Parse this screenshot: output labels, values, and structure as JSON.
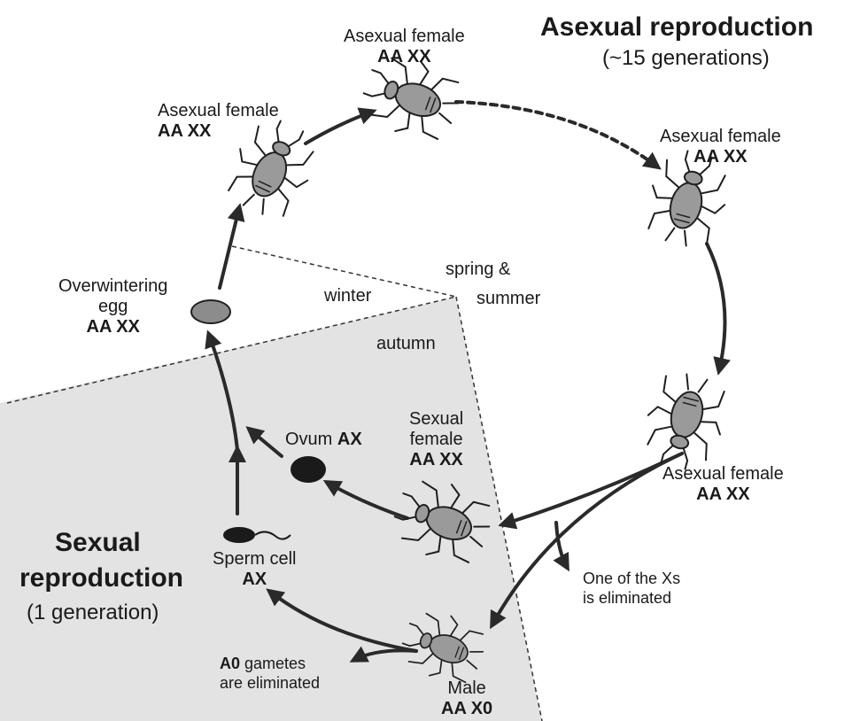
{
  "title_asexual": "Asexual reproduction",
  "subtitle_asexual": "(~15 generations)",
  "title_sexual_line1": "Sexual",
  "title_sexual_line2": "reproduction",
  "subtitle_sexual": "(1 generation)",
  "seasons": {
    "winter": "winter",
    "spring_summer_line1": "spring &",
    "spring_summer_line2": "summer",
    "autumn": "autumn"
  },
  "nodes": {
    "asexual_1": {
      "label": "Asexual female",
      "genotype": "AA XX"
    },
    "asexual_2": {
      "label": "Asexual female",
      "genotype": "AA XX"
    },
    "asexual_3": {
      "label": "Asexual female",
      "genotype": "AA XX"
    },
    "asexual_4": {
      "label": "Asexual female",
      "genotype": "AA XX"
    },
    "sexual_female": {
      "label_line1": "Sexual",
      "label_line2": "female",
      "genotype": "AA XX"
    },
    "male": {
      "label": "Male",
      "genotype": "AA X0"
    },
    "ovum": {
      "label": "Ovum",
      "genotype": "AX"
    },
    "sperm": {
      "label": "Sperm cell",
      "genotype": "AX"
    },
    "egg": {
      "label_line1": "Overwintering",
      "label_line2": "egg",
      "genotype": "AA XX"
    }
  },
  "notes": {
    "x_elimination_line1": "One of the Xs",
    "x_elimination_line2": "is eliminated",
    "a0_prefix": "A0",
    "a0_rest_line1": " gametes",
    "a0_line2": "are eliminated"
  },
  "colors": {
    "autumn_shade": "#e3e3e3",
    "insect_body": "#9a9a9a",
    "egg_fill": "#8c8c8c",
    "gamete_fill": "#1a1a1a",
    "line": "#2a2a2a"
  }
}
